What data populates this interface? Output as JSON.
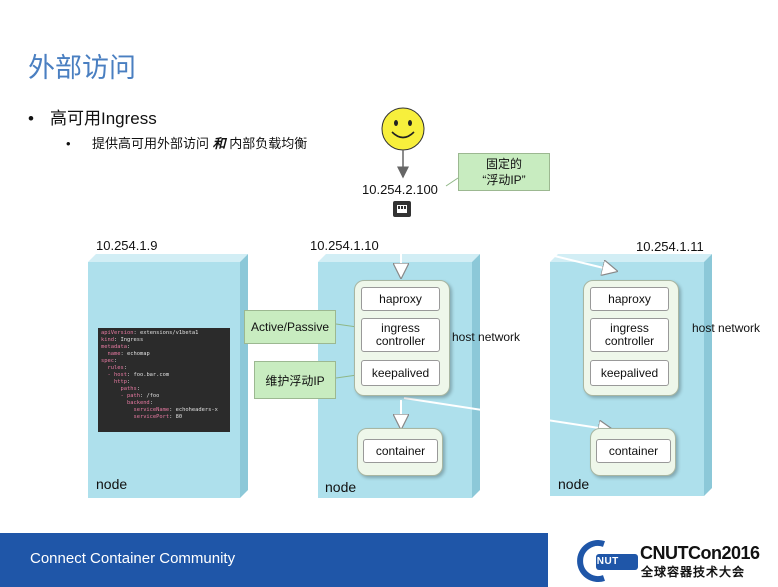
{
  "title": "外部访问",
  "bullets": {
    "level1": "高可用Ingress",
    "level2_a": "提供高可用外部访问 ",
    "level2_b": "和",
    "level2_c": " 内部负载均衡"
  },
  "floating_ip": "10.254.2.100",
  "floating_callout": [
    "固定的",
    "“浮动IP”"
  ],
  "nodes": [
    {
      "ip": "10.254.1.9",
      "label": "node"
    },
    {
      "ip": "10.254.1.10",
      "label": "node"
    },
    {
      "ip": "10.254.1.11",
      "label": "node"
    }
  ],
  "components": {
    "haproxy": "haproxy",
    "ingress_line1": "ingress",
    "ingress_line2": "controller",
    "keepalived": "keepalived",
    "container": "container",
    "host_network": "host network"
  },
  "callouts": {
    "active_passive": "Active/Passive",
    "vip": "维护浮动IP"
  },
  "code_lines": [
    [
      "apiVersion",
      ": extensions/v1beta1"
    ],
    [
      "kind",
      ": Ingress"
    ],
    [
      "metadata",
      ":"
    ],
    [
      "  name",
      ": echomap"
    ],
    [
      "spec",
      ":"
    ],
    [
      "  rules",
      ":"
    ],
    [
      "  - host",
      ": foo.bar.com"
    ],
    [
      "    http",
      ":"
    ],
    [
      "      paths",
      ":"
    ],
    [
      "      - path",
      ": /foo"
    ],
    [
      "        backend",
      ":"
    ],
    [
      "          serviceName",
      ": echoheaders-x"
    ],
    [
      "          servicePort",
      ": 80"
    ]
  ],
  "footer": {
    "text": "Connect Container Community",
    "logo_main": "CNUTCon2016",
    "logo_sub": "全球容器技术大会",
    "logo_mark": "CNUT"
  },
  "colors": {
    "title": "#4a7fc1",
    "node_fill": "#aee0ec",
    "group_fill": "#eef7ea",
    "callout_fill": "#c8ecc0",
    "footer": "#1f56a8",
    "smiley": "#f7ef3c"
  }
}
